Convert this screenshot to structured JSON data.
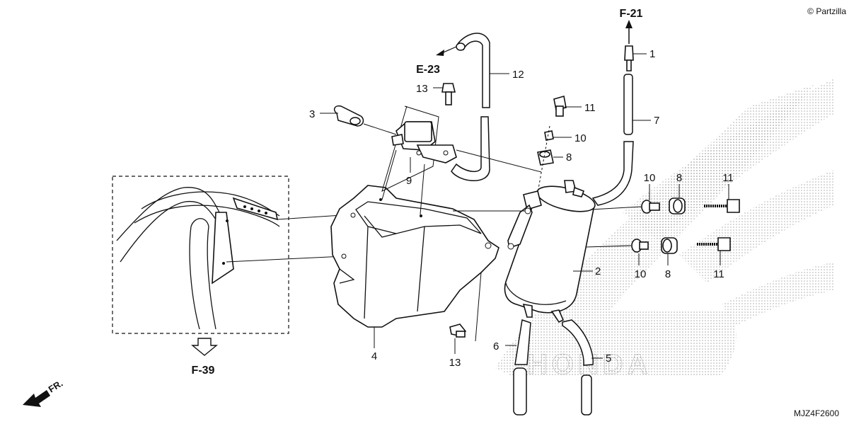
{
  "copyright": "© Partzilla",
  "diagram_code": "MJZ4F2600",
  "references": {
    "f21": "F-21",
    "e23": "E-23",
    "f39": "F-39",
    "front": "FR."
  },
  "watermark": "HONDA",
  "callouts": {
    "c1": "1",
    "c2": "2",
    "c3": "3",
    "c4": "4",
    "c5": "5",
    "c6": "6",
    "c7": "7",
    "c8a": "8",
    "c8b": "8",
    "c8c": "8",
    "c9": "9",
    "c10a": "10",
    "c10b": "10",
    "c10c": "10",
    "c11a": "11",
    "c11b": "11",
    "c11c": "11",
    "c12": "12",
    "c13a": "13",
    "c13b": "13"
  }
}
